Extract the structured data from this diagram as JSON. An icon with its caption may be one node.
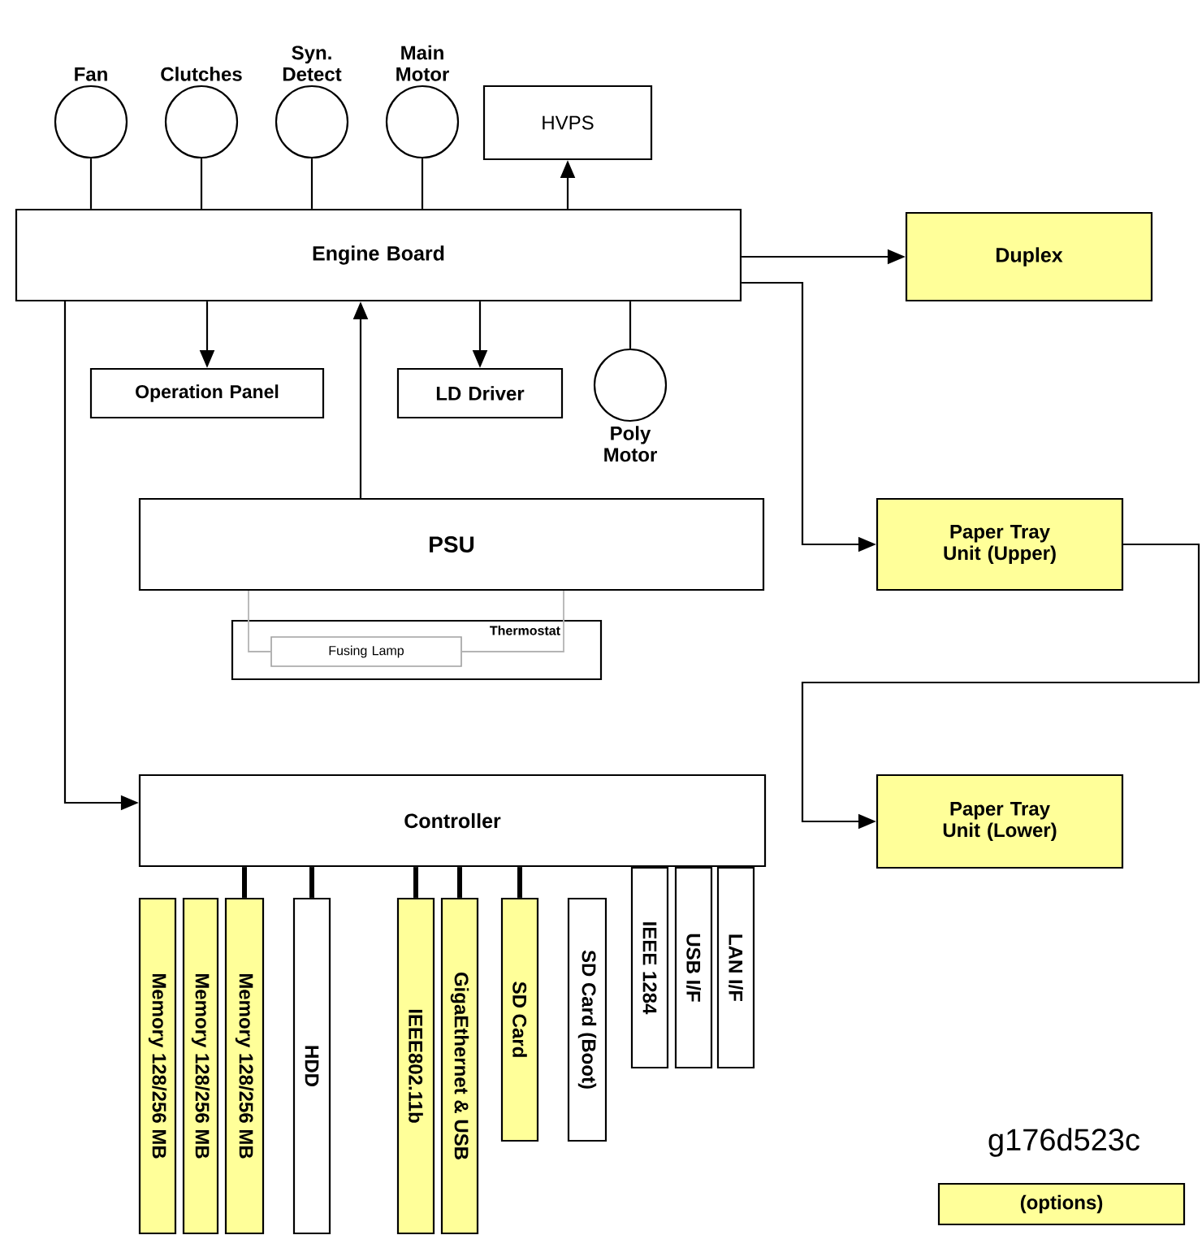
{
  "diagram": {
    "nodes": [
      {
        "text": [
          "Fan"
        ]
      },
      {
        "text": [
          "Clutches"
        ]
      },
      {
        "text": [
          "Syn. Detect"
        ]
      },
      {
        "text": [
          "Main Motor"
        ]
      },
      {
        "text": [
          "HVPS"
        ]
      },
      {
        "text": [
          "Engine Board"
        ]
      },
      {
        "text": [
          "Duplex"
        ]
      },
      {
        "text": [
          "Operation Panel"
        ]
      },
      {
        "text": [
          "LD Driver"
        ]
      },
      {
        "text": [
          "Poly Motor"
        ]
      },
      {
        "text": [
          "PSU"
        ]
      },
      {
        "text": [
          "Thermostat"
        ]
      },
      {
        "text": [
          "Fusing Lamp"
        ],
        "in": 11
      },
      {
        "text": [
          "Paper Tray Unit (Upper)"
        ]
      },
      {
        "text": [
          "Paper Tray Unit (Lower)"
        ]
      },
      {
        "text": [
          "Controller"
        ]
      },
      {
        "text": [
          "Memory 128/256 MB"
        ]
      },
      {
        "text": [
          "Memory 128/256 MB"
        ]
      },
      {
        "text": [
          "Memory 128/256 MB"
        ]
      },
      {
        "text": [
          "HDD"
        ]
      },
      {
        "text": [
          "IEEE802.11b"
        ]
      },
      {
        "text": [
          "GigaEthernet & USB"
        ]
      },
      {
        "text": [
          "SD Card"
        ]
      },
      {
        "text": [
          "SD Card (Boot)"
        ]
      },
      {
        "text": [
          "IEEE 1284"
        ]
      },
      {
        "text": [
          "USB I/F"
        ]
      },
      {
        "text": [
          "LAN I/F"
        ]
      }
    ],
    "edges": [
      {
        "from": 0,
        "to": 5,
        "arrow": "none"
      },
      {
        "from": 1,
        "to": 5,
        "arrow": "none"
      },
      {
        "from": 2,
        "to": 5,
        "arrow": "none"
      },
      {
        "from": 3,
        "to": 5,
        "arrow": "none"
      },
      {
        "from": 5,
        "to": 4,
        "arrow": "to"
      },
      {
        "from": 5,
        "to": 6,
        "arrow": "to"
      },
      {
        "from": 5,
        "to": 13,
        "arrow": "to"
      },
      {
        "from": 5,
        "to": 7,
        "arrow": "to"
      },
      {
        "from": 10,
        "to": 5,
        "arrow": "to"
      },
      {
        "from": 5,
        "to": 8,
        "arrow": "to"
      },
      {
        "from": 5,
        "to": 9,
        "arrow": "none"
      },
      {
        "from": 5,
        "to": 15,
        "arrow": "to"
      },
      {
        "from": 13,
        "to": 14,
        "arrow": "to"
      },
      {
        "from": 10,
        "to": 12,
        "arrow": "none",
        "color": "#b4b4b4"
      },
      {
        "from": 10,
        "to": 12,
        "arrow": "none",
        "color": "#b4b4b4"
      },
      {
        "from": 15,
        "to": 18,
        "arrow": "none",
        "style": "thick"
      },
      {
        "from": 15,
        "to": 19,
        "arrow": "none",
        "style": "thick"
      },
      {
        "from": 15,
        "to": 20,
        "arrow": "none",
        "style": "thick"
      },
      {
        "from": 15,
        "to": 21,
        "arrow": "none",
        "style": "thick"
      },
      {
        "from": 15,
        "to": 22,
        "arrow": "none",
        "style": "thick"
      }
    ],
    "labels": [
      "g176d523c"
    ],
    "legend": [
      {
        "text": "(options)",
        "color": "#ffff99"
      }
    ]
  }
}
